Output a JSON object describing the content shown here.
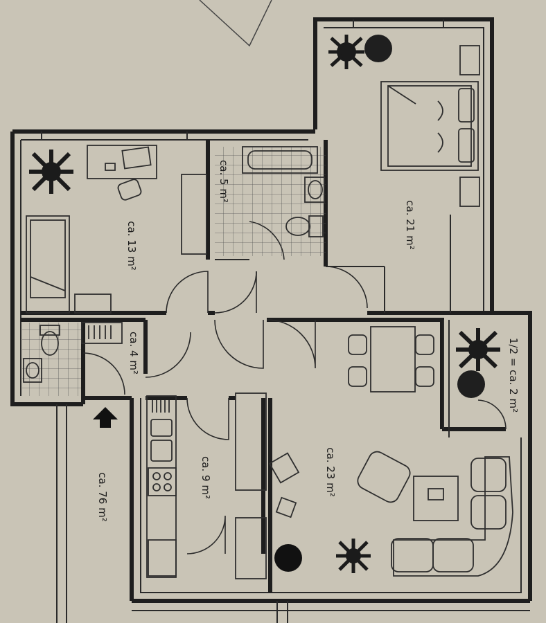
{
  "rooms": {
    "living_room": {
      "label": "ca. 23 m²"
    },
    "bedroom": {
      "label": "ca. 21 m²"
    },
    "study_room": {
      "label": "ca. 13 m²"
    },
    "kitchen": {
      "label": "ca. 9 m²"
    },
    "bathroom": {
      "label": "ca. 5 m²"
    },
    "hallway": {
      "label": "ca. 4 m²"
    },
    "balcony": {
      "label": "1/2 = ca. 2 m²"
    }
  },
  "total_area": {
    "label": "ca. 76 m²"
  },
  "colors": {
    "paper": "#c9c4b6",
    "ink": "#1e1e1e"
  },
  "icons": [
    "entrance-arrow-icon",
    "plant-icon",
    "bed-icon",
    "sofa-icon",
    "bathtub-icon",
    "toilet-icon",
    "sink-icon",
    "stove-icon",
    "table-icon",
    "armchair-icon"
  ]
}
